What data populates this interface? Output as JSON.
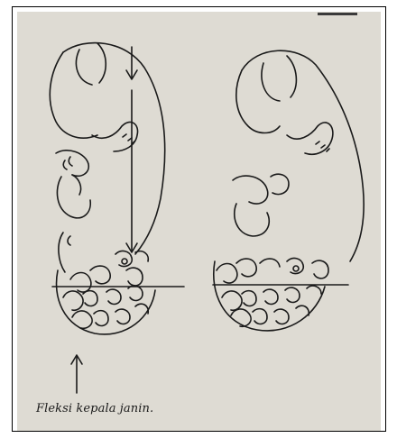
{
  "figure": {
    "caption": "Fleksi kepala janin.",
    "panels": [
      {
        "id": "left",
        "subject": "fetus-flexed-head",
        "arrows": [
          "down-arrow-top",
          "down-arrow-axis",
          "up-arrow-bottom"
        ]
      },
      {
        "id": "right",
        "subject": "fetus-flexed-head"
      }
    ],
    "colors": {
      "paper": "#dedbd3",
      "ink": "#1a1a1a",
      "frame": "#000000"
    }
  }
}
